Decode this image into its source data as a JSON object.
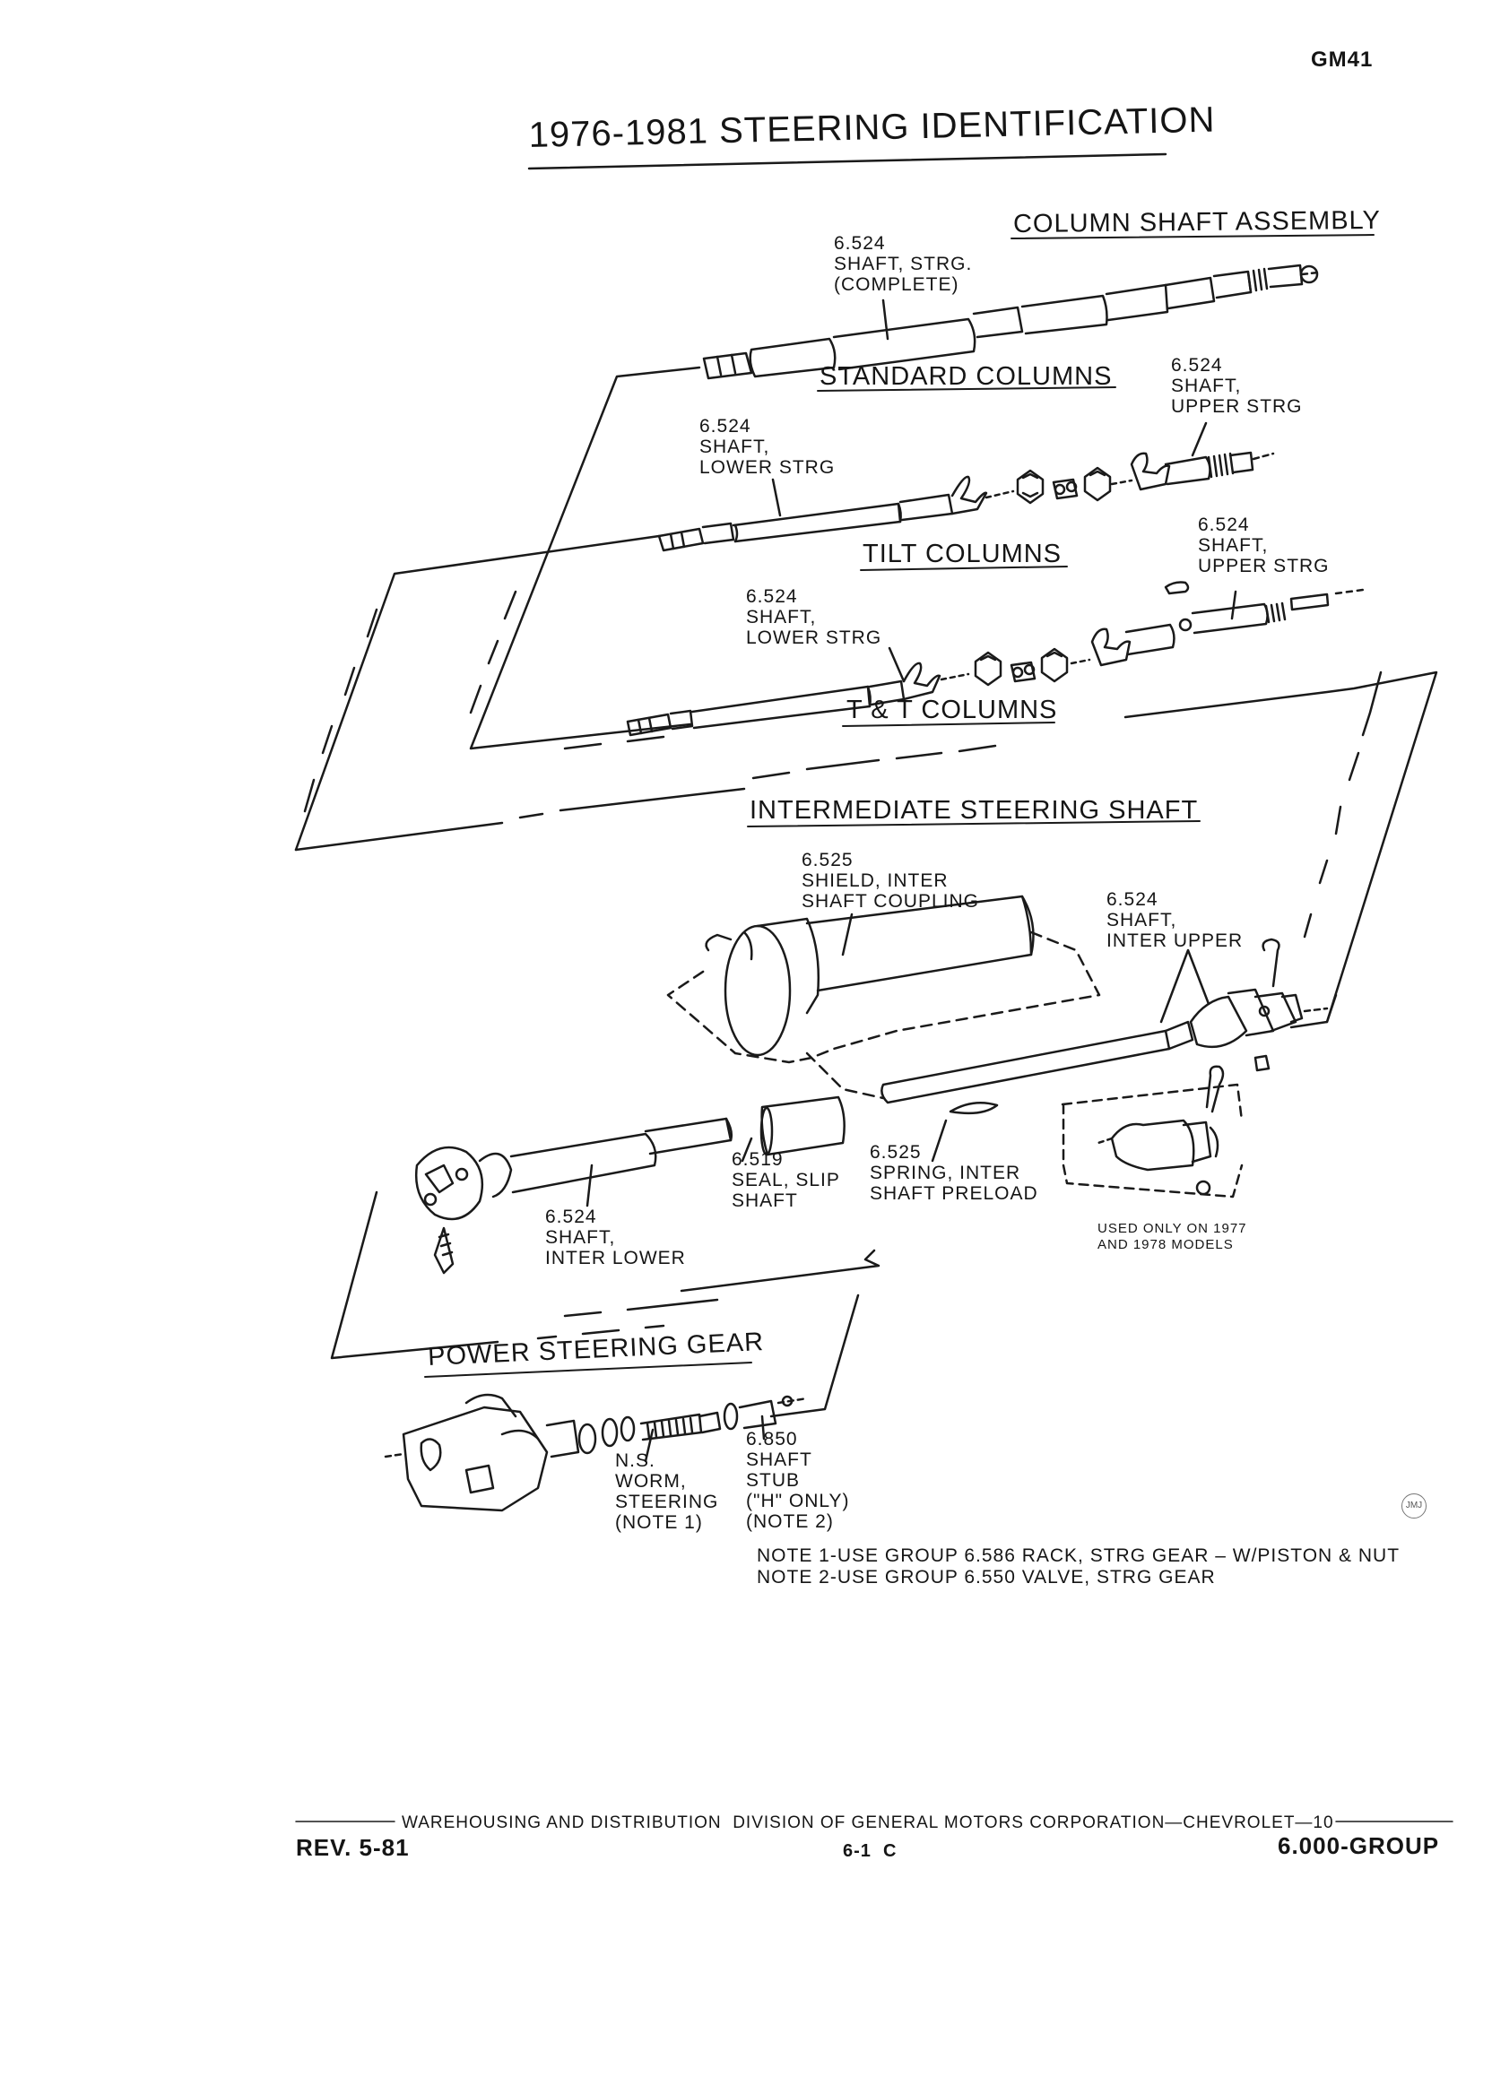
{
  "header": {
    "code": "GM41",
    "title": "1976-1981 STEERING IDENTIFICATION"
  },
  "sections": {
    "column_shaft_assembly": "COLUMN SHAFT ASSEMBLY",
    "standard_columns": "STANDARD COLUMNS",
    "tilt_columns": "TILT COLUMNS",
    "tt_columns": "T & T COLUMNS",
    "intermediate": "INTERMEDIATE STEERING SHAFT",
    "power_gear": "POWER STEERING GEAR"
  },
  "callouts": {
    "complete": "6.524\nSHAFT, STRG.\n(COMPLETE)",
    "std_upper": "6.524\nSHAFT,\nUPPER STRG",
    "std_lower": "6.524\nSHAFT,\nLOWER STRG",
    "tilt_upper": "6.524\nSHAFT,\nUPPER STRG",
    "tilt_lower": "6.524\nSHAFT,\nLOWER STRG",
    "shield": "6.525\nSHIELD, INTER\nSHAFT COUPLING",
    "inter_upper": "6.524\nSHAFT,\nINTER UPPER",
    "seal": "6.519\nSEAL, SLIP\nSHAFT",
    "spring": "6.525\nSPRING, INTER\nSHAFT PRELOAD",
    "inter_lower": "6.524\nSHAFT,\nINTER LOWER",
    "used_only": "USED ONLY ON 1977\nAND 1978 MODELS",
    "worm": "N.S.\nWORM,\nSTEERING\n(NOTE 1)",
    "stub": "6.850\nSHAFT\nSTUB\n(\"H\" ONLY)\n(NOTE 2)"
  },
  "notes": {
    "note1": "NOTE 1-USE GROUP 6.586 RACK, STRG GEAR – W/PISTON & NUT",
    "note2": "NOTE 2-USE GROUP 6.550 VALVE, STRG GEAR"
  },
  "footer": {
    "division": "WAREHOUSING AND DISTRIBUTION  DIVISION OF GENERAL MOTORS CORPORATION—CHEVROLET—10",
    "rev": "REV. 5-81",
    "page": "6-1  C",
    "group": "6.000-GROUP"
  },
  "stamp": "JMJ"
}
